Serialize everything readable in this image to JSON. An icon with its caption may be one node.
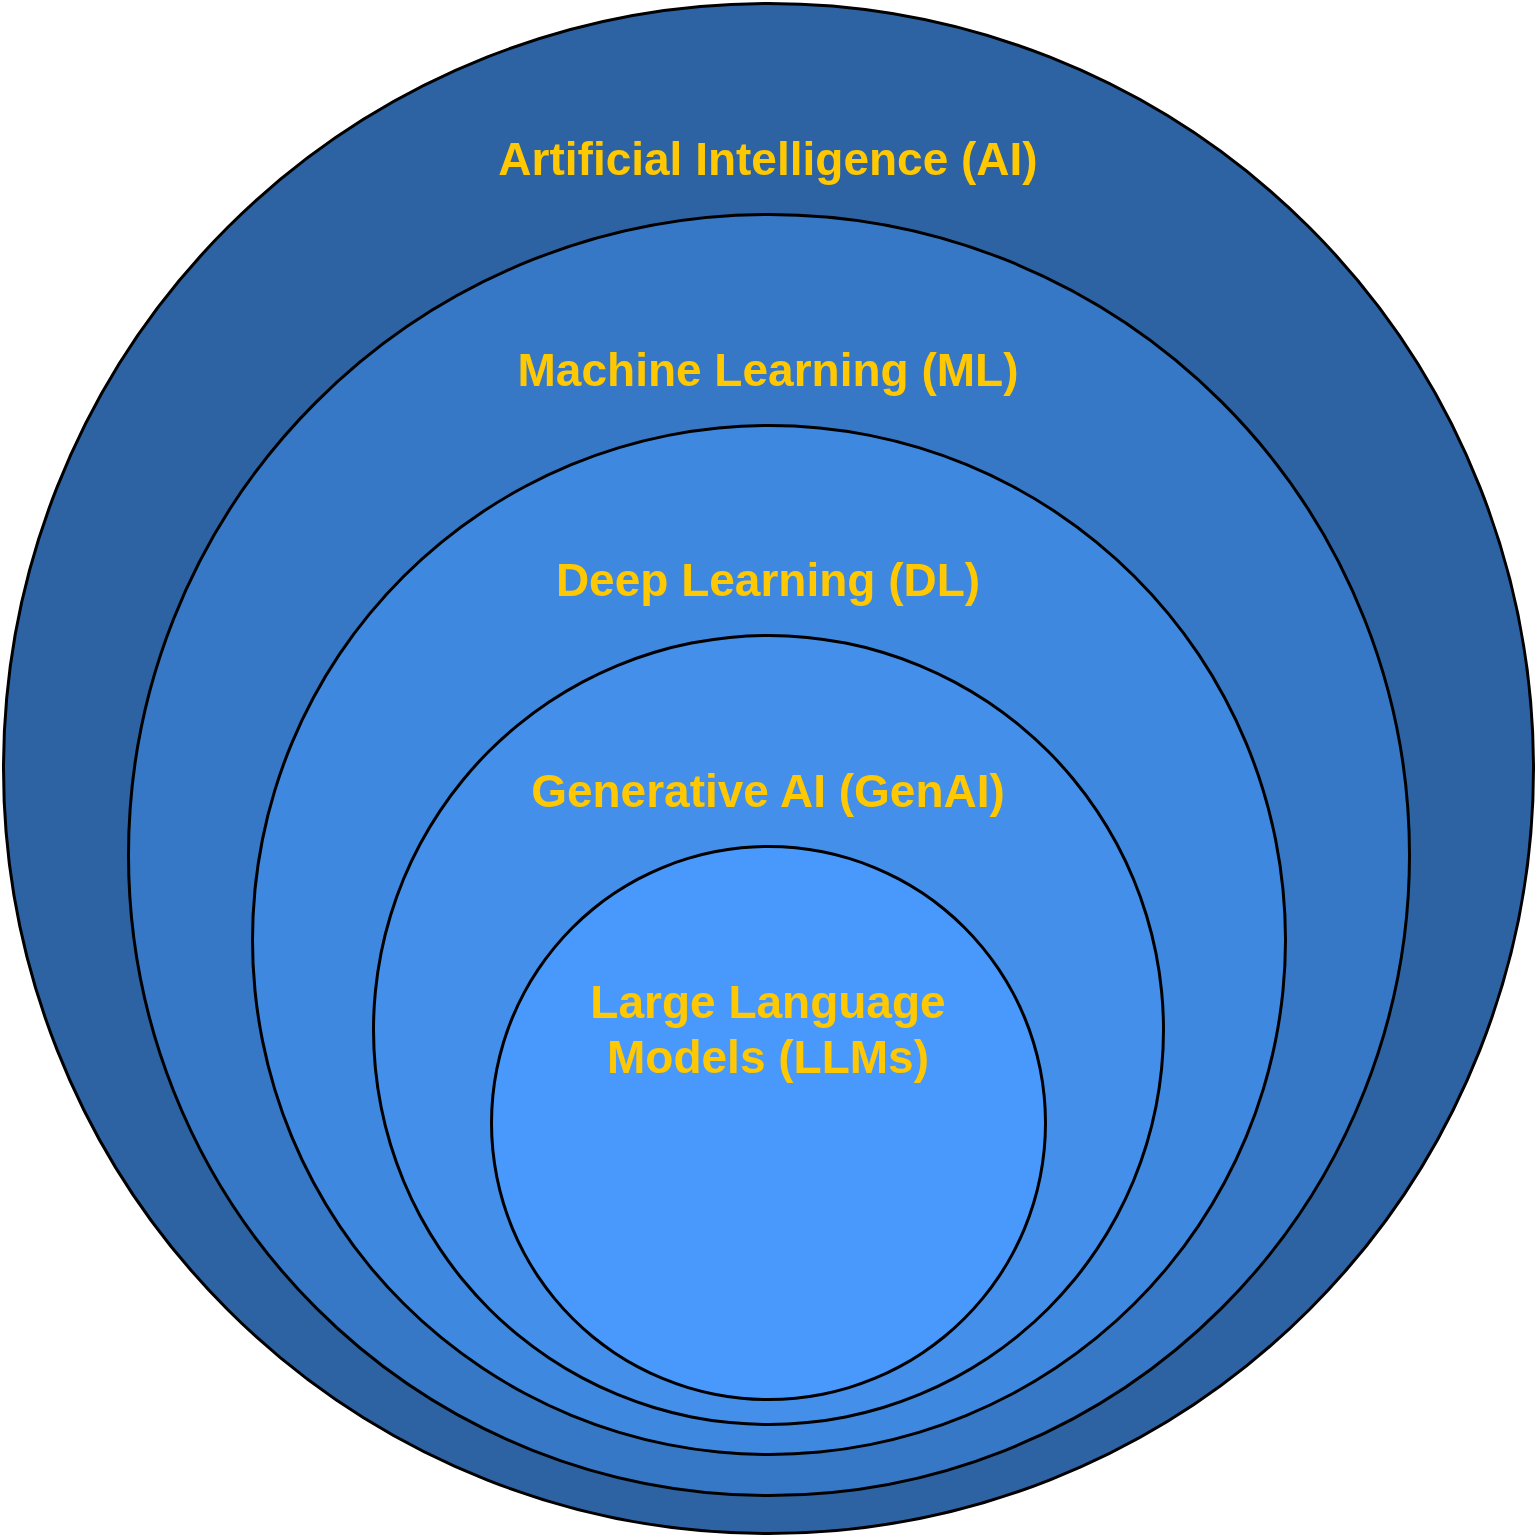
{
  "diagram": {
    "nodes": [
      {
        "text": [
          "Artificial Intelligence (AI)"
        ]
      },
      {
        "text": [
          "Machine Learning (ML)"
        ],
        "in": 0
      },
      {
        "text": [
          "Deep Learning (DL)"
        ],
        "in": 1
      },
      {
        "text": [
          "Generative AI (GenAI)"
        ],
        "in": 2
      },
      {
        "text": [
          "Large Language Models (LLMs)"
        ],
        "in": 3
      }
    ]
  }
}
